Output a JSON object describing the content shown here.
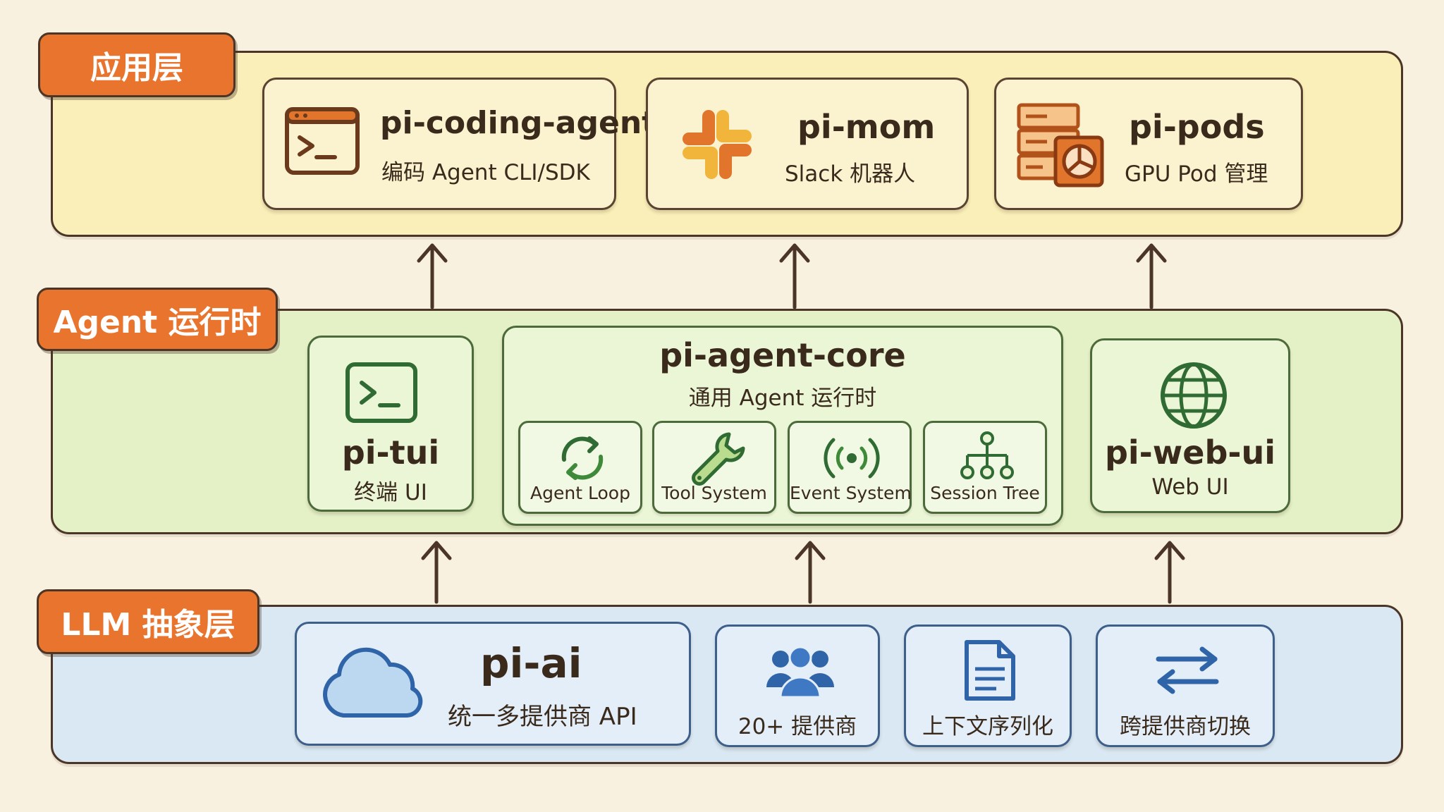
{
  "layers": {
    "app": {
      "label": "应用层",
      "cards": [
        {
          "title": "pi-coding-agent",
          "subtitle": "编码 Agent CLI/SDK",
          "icon": "terminal-window-icon"
        },
        {
          "title": "pi-mom",
          "subtitle": "Slack 机器人",
          "icon": "slack-icon"
        },
        {
          "title": "pi-pods",
          "subtitle": "GPU Pod 管理",
          "icon": "gpu-server-icon"
        }
      ]
    },
    "agent": {
      "label": "Agent 运行时",
      "tui": {
        "title": "pi-tui",
        "subtitle": "终端 UI",
        "icon": "terminal-icon"
      },
      "core": {
        "title": "pi-agent-core",
        "subtitle": "通用 Agent 运行时",
        "modules": [
          {
            "label": "Agent Loop",
            "icon": "loop-arrows-icon"
          },
          {
            "label": "Tool System",
            "icon": "wrench-icon"
          },
          {
            "label": "Event System",
            "icon": "broadcast-icon"
          },
          {
            "label": "Session Tree",
            "icon": "tree-icon"
          }
        ]
      },
      "webui": {
        "title": "pi-web-ui",
        "subtitle": "Web UI",
        "icon": "globe-icon"
      }
    },
    "llm": {
      "label": "LLM 抽象层",
      "ai": {
        "title": "pi-ai",
        "subtitle": "统一多提供商 API",
        "icon": "cloud-icon"
      },
      "features": [
        {
          "label": "20+ 提供商",
          "icon": "users-icon"
        },
        {
          "label": "上下文序列化",
          "icon": "document-icon"
        },
        {
          "label": "跨提供商切换",
          "icon": "swap-arrows-icon"
        }
      ]
    }
  },
  "colors": {
    "app_bg": "#faefb8",
    "agent_bg": "#e4f0c6",
    "llm_bg": "#d9e8f3",
    "tag": "#e9742e",
    "outline": "#4a3526",
    "icon_orange": "#e0752b",
    "icon_green": "#2f6b33",
    "icon_blue": "#2f64a8"
  }
}
